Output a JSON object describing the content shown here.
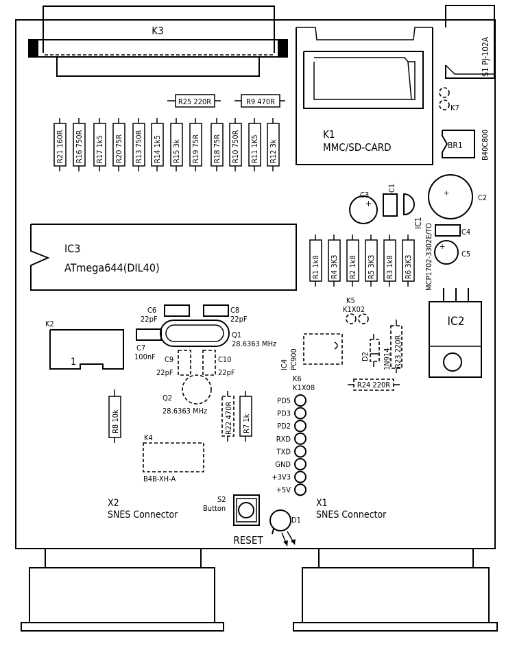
{
  "connectors": {
    "k3": "K3",
    "k2": "K2",
    "k2_pin": "1",
    "k4": "K4",
    "k4_part": "B4B-XH-A",
    "k5": "K5",
    "k5_part": "K1X02",
    "k6": "K6",
    "k6_part": "K1X08",
    "k7": "K7",
    "s1": "S1 PJ-102A",
    "x1": "X1",
    "x1_desc": "SNES Connector",
    "x2": "X2",
    "x2_desc": "SNES Connector"
  },
  "sdcard": {
    "ref": "K1",
    "desc": "MMC/SD-CARD"
  },
  "ics": {
    "ic3_ref": "IC3",
    "ic3_part": "ATmega644(DIL40)",
    "ic2": "IC2",
    "ic1_ref": "IC1",
    "ic1_part": "MCP1702-3302E/TO",
    "ic4_ref": "IC4",
    "ic4_part": "PC900"
  },
  "bridge": {
    "ref": "BR1",
    "part": "B40C800"
  },
  "resistors_top": [
    {
      "ref": "R21",
      "value": "160R"
    },
    {
      "ref": "R16",
      "value": "750R"
    },
    {
      "ref": "R17",
      "value": "1k5"
    },
    {
      "ref": "R20",
      "value": "75R"
    },
    {
      "ref": "R13",
      "value": "750R"
    },
    {
      "ref": "R14",
      "value": "1k5"
    },
    {
      "ref": "R15",
      "value": "3k"
    },
    {
      "ref": "R19",
      "value": "75R"
    },
    {
      "ref": "R18",
      "value": "75R"
    },
    {
      "ref": "R10",
      "value": "750R"
    },
    {
      "ref": "R11",
      "value": "1K5"
    },
    {
      "ref": "R12",
      "value": "3k"
    }
  ],
  "resistors_h": {
    "r25": "R25 220R",
    "r9": "R9 470R",
    "r24": "R24 220R"
  },
  "resistors_mid": [
    {
      "ref": "R1",
      "value": "1k8"
    },
    {
      "ref": "R4",
      "value": "3K3"
    },
    {
      "ref": "R2",
      "value": "1k8"
    },
    {
      "ref": "R5",
      "value": "3K3"
    },
    {
      "ref": "R3",
      "value": "1k8"
    },
    {
      "ref": "R6",
      "value": "3K3"
    }
  ],
  "resistors_low": {
    "r8_ref": "R8",
    "r8_value": "10k",
    "r22_ref": "R22",
    "r22_value": "470R",
    "r7_ref": "R7",
    "r7_value": "1k",
    "r23_ref": "R23",
    "r23_value": "220R"
  },
  "capacitors": {
    "c1": "C1",
    "c2": "C2",
    "c3": "C3",
    "c4": "C4",
    "c5": "C5",
    "c6": "C6",
    "c6_value": "22pF",
    "c7": "C7",
    "c7_value": "100nF",
    "c8": "C8",
    "c8_value": "22pF",
    "c9": "C9",
    "c9_value": "22pF",
    "c10": "C10",
    "c10_value": "22pF",
    "plus": "+"
  },
  "crystals": {
    "q1_ref": "Q1",
    "q1_value": "28.6363 MHz",
    "q2_ref": "Q2",
    "q2_value": "28.6363 MHz"
  },
  "diodes": {
    "d1": "D1",
    "d2_ref": "D2",
    "d2_part": "1N914"
  },
  "button": {
    "ref": "S2",
    "type": "Button",
    "label": "RESET"
  },
  "pins_k6": [
    "PD5",
    "PD3",
    "PD2",
    "RXD",
    "TXD",
    "GND",
    "+3V3",
    "+5V"
  ]
}
